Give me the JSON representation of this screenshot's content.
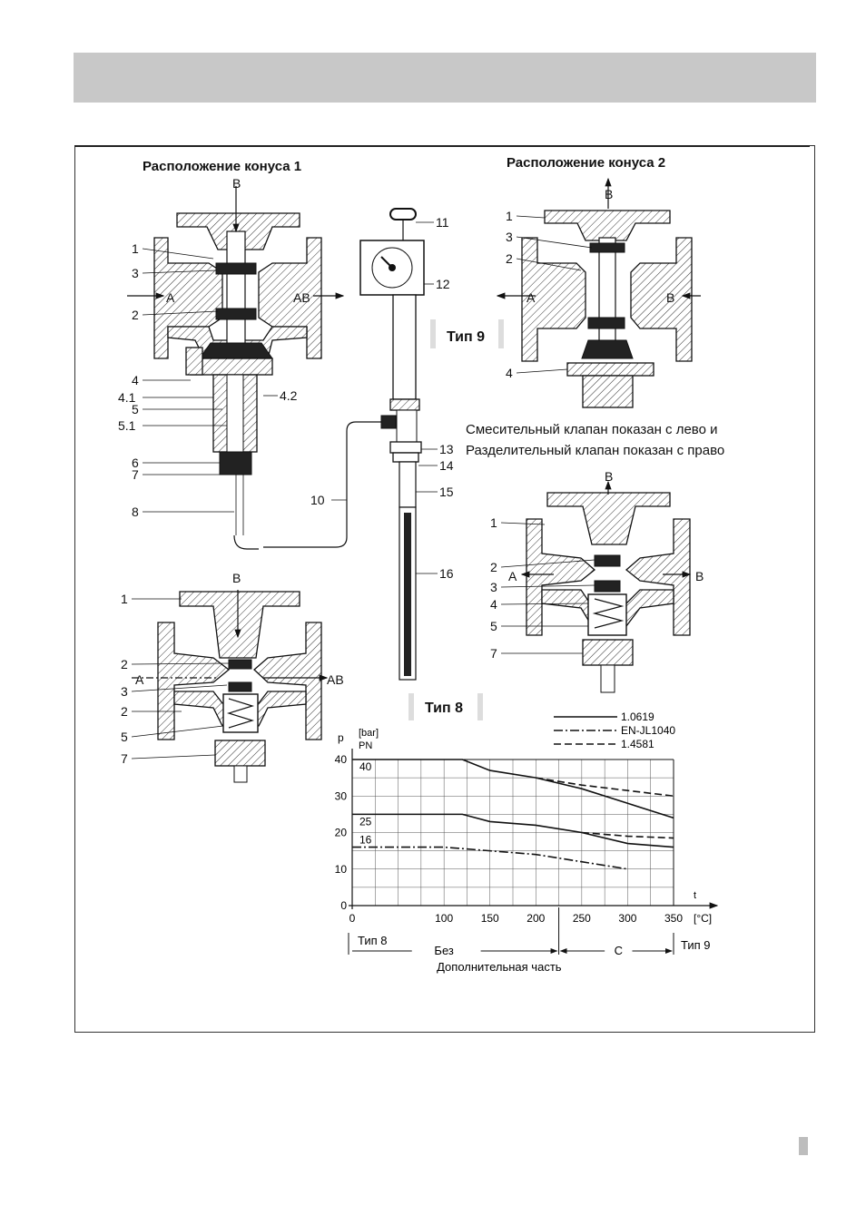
{
  "header": {
    "background": "#c8c8c8"
  },
  "diagram": {
    "title_left": "Расположение конуса 1",
    "title_right": "Расположение конуса 2",
    "type9_label": "Тип 9",
    "type8_label": "Тип 8",
    "caption_line1": "Смесительный клапан показан с лево и",
    "caption_line2": "Разделительный клапан показан с право",
    "port_b": "B",
    "port_a": "A",
    "port_ab": "AB",
    "callouts_valve1": [
      "1",
      "3",
      "2",
      "4",
      "4.1",
      "5",
      "5.1",
      "6",
      "7",
      "8"
    ],
    "callout_42": "4.2",
    "callouts_center": [
      "11",
      "12",
      "10",
      "13",
      "14",
      "15",
      "16"
    ],
    "callouts_valve2": [
      "1",
      "3",
      "2",
      "4"
    ],
    "callouts_valve3": [
      "1",
      "2",
      "3",
      "4",
      "5",
      "7"
    ],
    "callouts_valve4": [
      "1",
      "2",
      "3",
      "2",
      "5",
      "7"
    ]
  },
  "chart_data": {
    "type": "line",
    "ylabel_symbol": "p",
    "ylabel_unit": "[bar]",
    "ylabel_pn": "PN",
    "xlabel_symbol": "t",
    "xlabel_unit": "[°C]",
    "xlim": [
      0,
      350
    ],
    "ylim": [
      0,
      40
    ],
    "xticks": [
      0,
      100,
      150,
      200,
      250,
      300,
      350
    ],
    "yticks": [
      0,
      10,
      20,
      30,
      40
    ],
    "pn_labels": [
      "40",
      "25",
      "16"
    ],
    "legend": [
      "1.0619",
      "EN-JL1040",
      "1.4581"
    ],
    "series": [
      {
        "name": "1.0619",
        "style": "solid",
        "points": [
          [
            0,
            40
          ],
          [
            120,
            40
          ],
          [
            150,
            37
          ],
          [
            200,
            35
          ],
          [
            250,
            32
          ],
          [
            300,
            28
          ],
          [
            350,
            24
          ]
        ]
      },
      {
        "name": "1.4581",
        "style": "dashed",
        "points": [
          [
            200,
            35
          ],
          [
            250,
            33
          ],
          [
            300,
            31.5
          ],
          [
            350,
            30
          ]
        ]
      },
      {
        "name": "1.0619",
        "style": "solid",
        "points": [
          [
            0,
            25
          ],
          [
            120,
            25
          ],
          [
            150,
            23
          ],
          [
            200,
            22
          ],
          [
            250,
            20
          ],
          [
            300,
            17
          ],
          [
            350,
            16
          ]
        ]
      },
      {
        "name": "1.4581",
        "style": "dashed",
        "points": [
          [
            250,
            20
          ],
          [
            300,
            19
          ],
          [
            350,
            18.5
          ]
        ]
      },
      {
        "name": "EN-JL1040",
        "style": "dashdot",
        "points": [
          [
            0,
            16
          ],
          [
            100,
            16
          ],
          [
            150,
            15
          ],
          [
            200,
            14
          ],
          [
            250,
            12
          ],
          [
            300,
            10
          ]
        ]
      }
    ],
    "range_left": "Тип 8",
    "range_mid_without": "Без",
    "range_mid_with": "С",
    "range_right": "Тип 9",
    "range_caption": "Дополнительная часть"
  }
}
